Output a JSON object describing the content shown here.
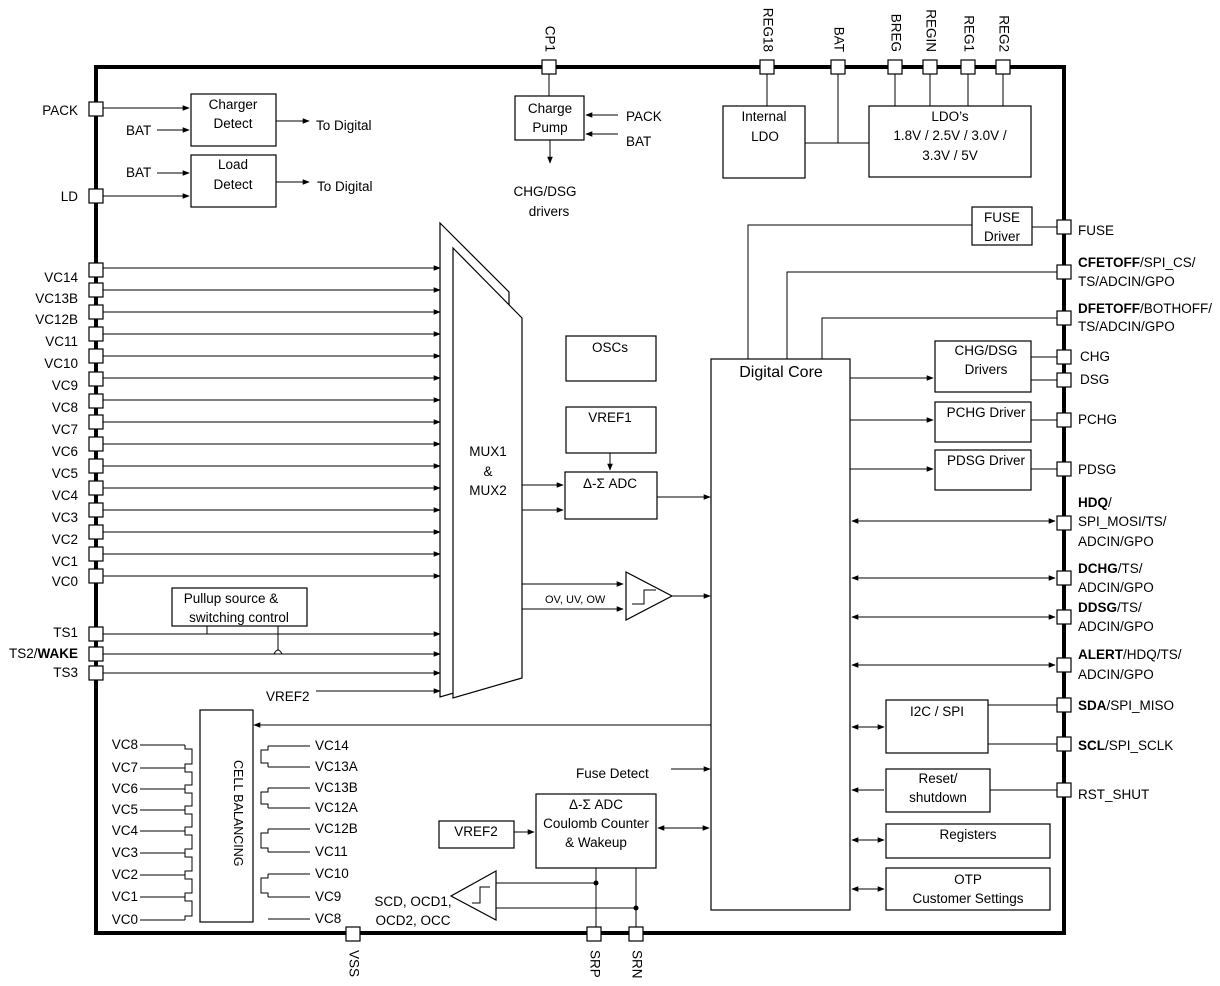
{
  "left_pins": {
    "pack": "PACK",
    "ld": "LD",
    "vc14": "VC14",
    "vc13b": "VC13B",
    "vc12b": "VC12B",
    "vc11": "VC11",
    "vc10": "VC10",
    "vc9": "VC9",
    "vc8": "VC8",
    "vc7": "VC7",
    "vc6": "VC6",
    "vc5": "VC5",
    "vc4": "VC4",
    "vc3": "VC3",
    "vc2": "VC2",
    "vc1": "VC1",
    "vc0": "VC0",
    "ts1": "TS1",
    "ts2_prefix": "TS2/",
    "ts2_bold": "WAKE",
    "ts3": "TS3"
  },
  "top_pins": {
    "cp1": "CP1",
    "reg18": "REG18",
    "bat": "BAT",
    "breg": "BREG",
    "regin": "REGIN",
    "reg1": "REG1",
    "reg2": "REG2"
  },
  "bottom_pins": {
    "vss": "VSS",
    "srp": "SRP",
    "srn": "SRN"
  },
  "right_pins": {
    "fuse": "FUSE",
    "cfetoff": {
      "bold": "CFETOFF",
      "rest": "/SPI_CS/",
      "line2": "TS/ADCIN/GPO"
    },
    "dfetoff": {
      "bold": "DFETOFF",
      "rest": "/BOTHOFF/",
      "line2": "TS/ADCIN/GPO"
    },
    "chg": "CHG",
    "dsg": "DSG",
    "pchg": "PCHG",
    "pdsg": "PDSG",
    "hdq": {
      "bold": "HDQ",
      "rest": "/",
      "line2": "SPI_MOSI/TS/",
      "line3": "ADCIN/GPO"
    },
    "dchg": {
      "bold": "DCHG",
      "rest": "/TS/",
      "line2": "ADCIN/GPO"
    },
    "ddsg": {
      "bold": "DDSG",
      "rest": "/TS/",
      "line2": "ADCIN/GPO"
    },
    "alert": {
      "bold": "ALERT",
      "rest": "/HDQ/TS/",
      "line2": "ADCIN/GPO"
    },
    "sda": {
      "bold": "SDA",
      "rest": "/SPI_MISO"
    },
    "scl": {
      "bold": "SCL",
      "rest": "/SPI_SCLK"
    },
    "rst": "RST_SHUT"
  },
  "blocks": {
    "charger_detect": [
      "Charger",
      "Detect"
    ],
    "load_detect": [
      "Load",
      "Detect"
    ],
    "to_digital": "To Digital",
    "bat_in": "BAT",
    "charge_pump": [
      "Charge",
      "Pump"
    ],
    "pump_pack": "PACK",
    "pump_bat": "BAT",
    "chg_dsg_drivers_label": [
      "CHG/DSG",
      "drivers"
    ],
    "internal_ldo": [
      "Internal",
      "LDO"
    ],
    "ldos": [
      "LDO’s",
      "1.8V / 2.5V / 3.0V /",
      "3.3V / 5V"
    ],
    "mux": [
      "MUX1",
      "&",
      "MUX2"
    ],
    "oscs": "OSCs",
    "vref1": "VREF1",
    "adc": "Δ-Σ  ADC",
    "ov_uv_ow": "OV, UV, OW",
    "pullup": [
      "Pullup source &",
      "switching control"
    ],
    "vref2_mux": "VREF2",
    "digital_core": "Digital Core",
    "fuse_driver": [
      "FUSE",
      "Driver"
    ],
    "chg_dsg_drivers": [
      "CHG/DSG",
      "Drivers"
    ],
    "pchg_driver": "PCHG Driver",
    "pdsg_driver": "PDSG Driver",
    "i2c_spi": "I2C / SPI",
    "reset": [
      "Reset/",
      "shutdown"
    ],
    "registers": "Registers",
    "otp": [
      "OTP",
      "Customer Settings"
    ],
    "fuse_detect": "Fuse Detect",
    "cc_adc": [
      "Δ-Σ ADC",
      "Coulomb Counter",
      "& Wakeup"
    ],
    "vref2_cc": "VREF2",
    "scd": [
      "SCD, OCD1,",
      "OCD2, OCC"
    ],
    "cell_balancing": "CELL BALANCING"
  },
  "balancing_left": [
    "VC8",
    "VC7",
    "VC6",
    "VC5",
    "VC4",
    "VC3",
    "VC2",
    "VC1",
    "VC0"
  ],
  "balancing_right": [
    "VC14",
    "VC13A",
    "VC13B",
    "VC12A",
    "VC12B",
    "VC11",
    "VC10",
    "VC9",
    "VC8"
  ]
}
